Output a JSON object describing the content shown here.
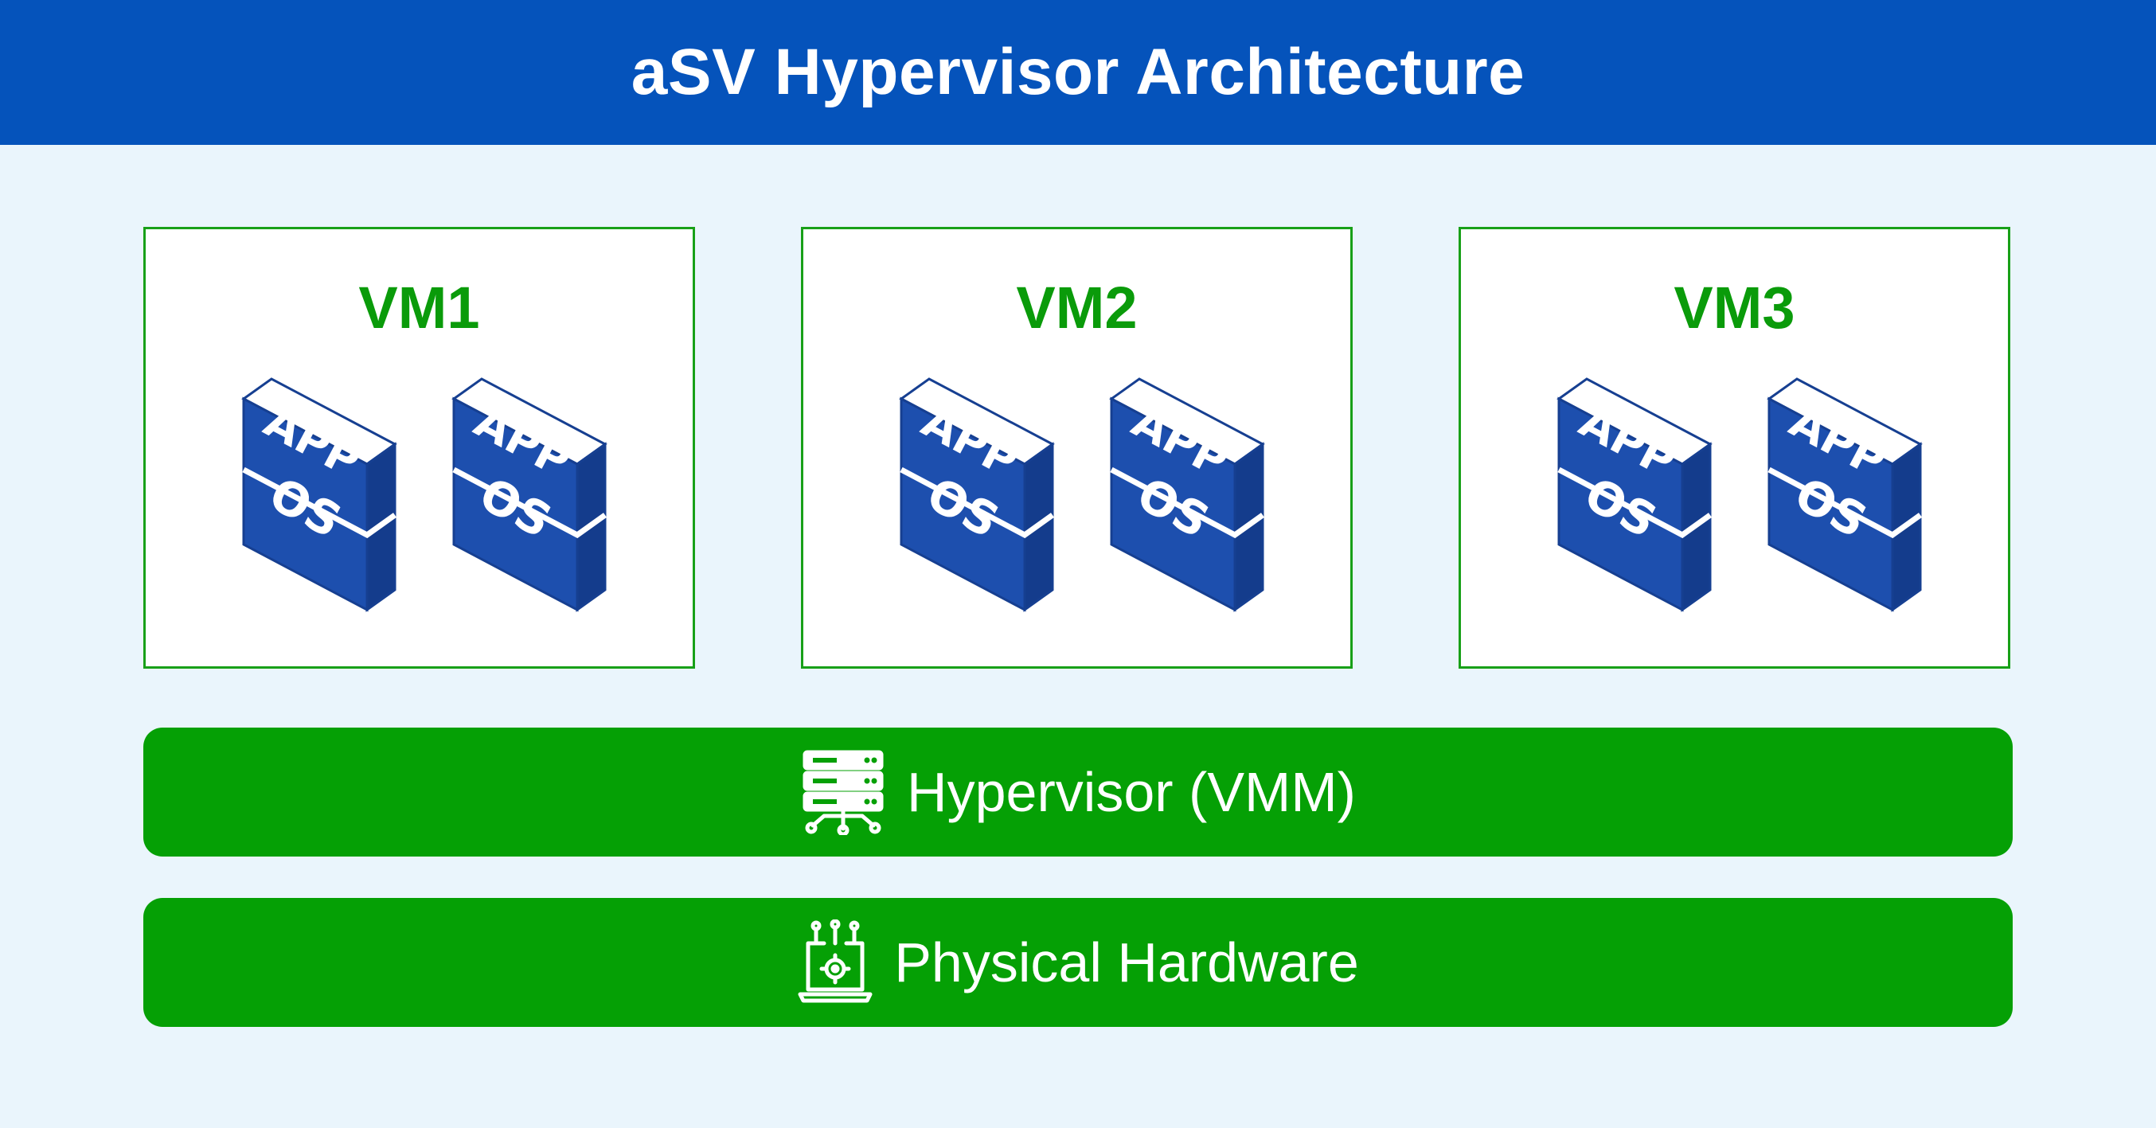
{
  "title": "aSV Hypervisor Architecture",
  "vms": [
    {
      "label": "VM1",
      "stacks": [
        {
          "top": "APP",
          "bottom": "OS"
        },
        {
          "top": "APP",
          "bottom": "OS"
        }
      ]
    },
    {
      "label": "VM2",
      "stacks": [
        {
          "top": "APP",
          "bottom": "OS"
        },
        {
          "top": "APP",
          "bottom": "OS"
        }
      ]
    },
    {
      "label": "VM3",
      "stacks": [
        {
          "top": "APP",
          "bottom": "OS"
        },
        {
          "top": "APP",
          "bottom": "OS"
        }
      ]
    }
  ],
  "layers": {
    "hypervisor": {
      "label": "Hypervisor (VMM)",
      "icon": "server-network-icon"
    },
    "hardware": {
      "label": "Physical Hardware",
      "icon": "laptop-chip-icon"
    }
  },
  "colors": {
    "title_bg": "#0553bb",
    "background": "#eaf5fc",
    "accent_green": "#05a005",
    "vm_label": "#0a9b0a",
    "block_front": "#1d4fae",
    "block_side": "#143c8c"
  }
}
